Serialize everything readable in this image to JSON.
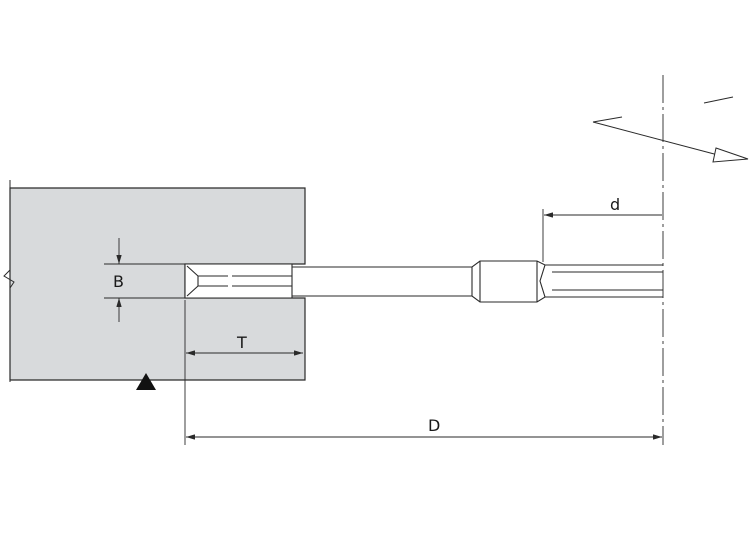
{
  "labels": {
    "B": "B",
    "T": "T",
    "D": "D",
    "d": "d"
  },
  "colors": {
    "workpiece_fill": "#d8dadc",
    "line": "#2a2a2a",
    "background": "#ffffff"
  }
}
